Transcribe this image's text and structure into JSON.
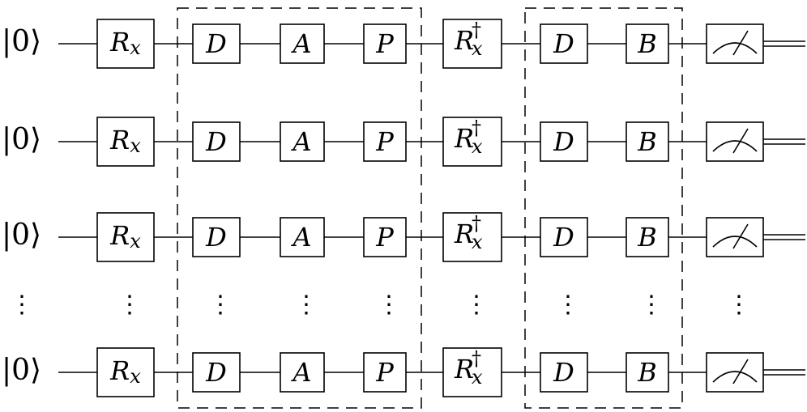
{
  "circuit": {
    "input_state": "|0⟩",
    "rows": 4,
    "dots_row_after": 3,
    "vertical_dots": "⋮",
    "gates": {
      "rx": {
        "base": "R",
        "sub": "x"
      },
      "d": "D",
      "a": "A",
      "p": "P",
      "rx_dagger": {
        "base": "R",
        "sup": "†",
        "sub": "x"
      },
      "b": "B"
    },
    "dashed_groups": [
      {
        "gates": [
          "D",
          "A",
          "P"
        ]
      },
      {
        "gates": [
          "D",
          "B"
        ]
      }
    ],
    "measurement": "meter-icon"
  }
}
